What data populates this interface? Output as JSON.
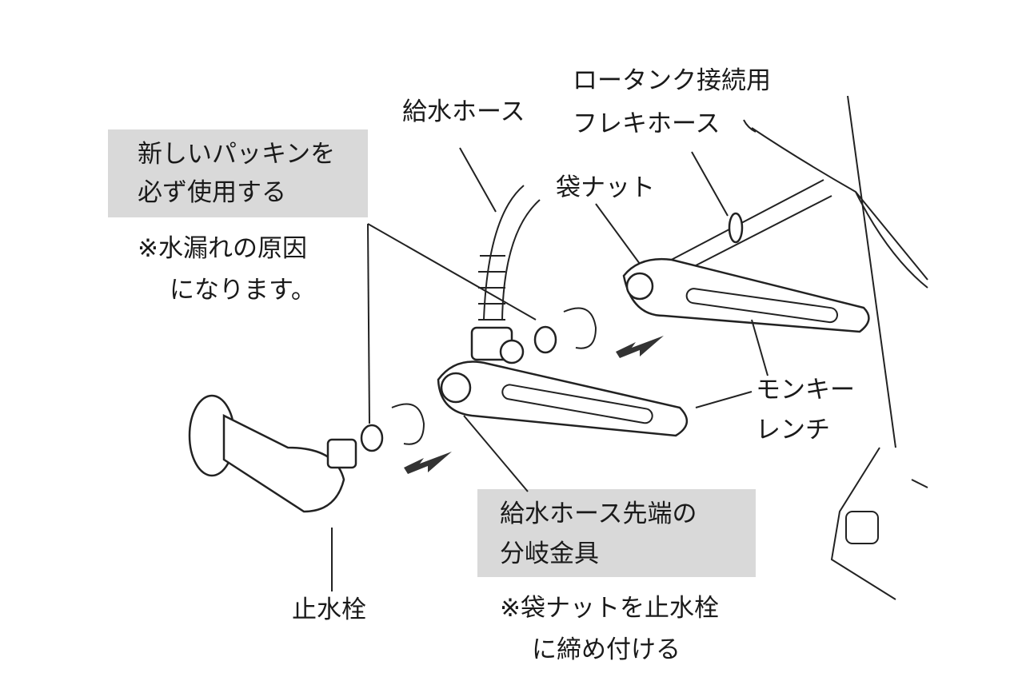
{
  "labels": {
    "flex_hose": [
      "ロータンク接続用",
      "フレキホース"
    ],
    "supply_hose": "給水ホース",
    "new_packing": [
      "新しいパッキンを",
      "必ず使用する"
    ],
    "leak_note": [
      "※水漏れの原因",
      "になります。"
    ],
    "cap_nut": "袋ナット",
    "wrench": [
      "モンキー",
      "レンチ"
    ],
    "branch_fitting": [
      "給水ホース先端の",
      "分岐金具"
    ],
    "tighten_note": [
      "※袋ナットを止水栓",
      "に締め付ける"
    ],
    "stop_valve": "止水栓"
  },
  "colors": {
    "callout_box": "#d9d9d9",
    "line": "#222222"
  }
}
